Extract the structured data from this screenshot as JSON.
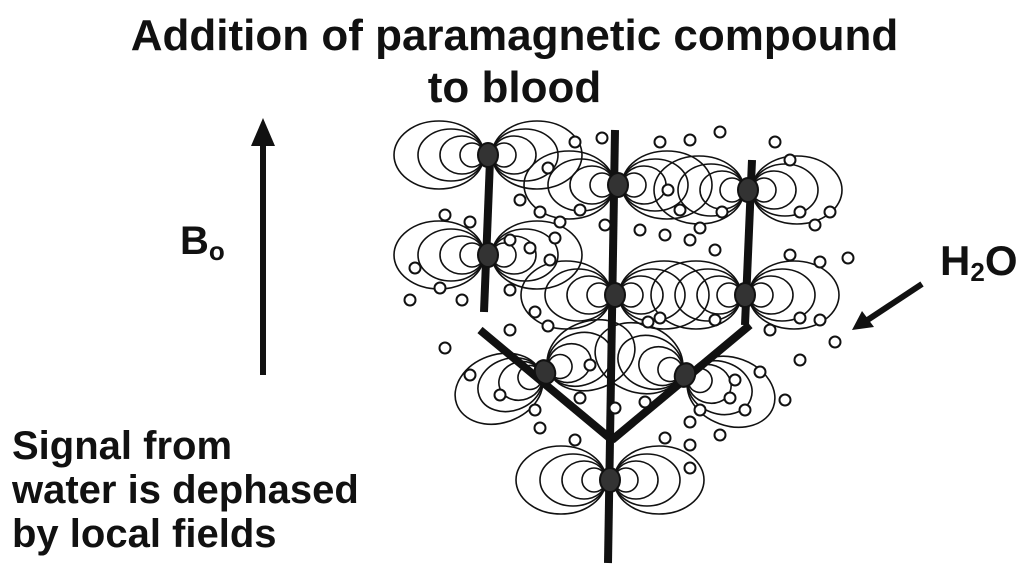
{
  "title": {
    "line1": "Addition of paramagnetic compound",
    "line2": "to blood"
  },
  "field_label": {
    "symbol": "B",
    "subscript": "o"
  },
  "water_label": {
    "prefix": "H",
    "subscript": "2",
    "suffix": "O"
  },
  "caption": {
    "line1": "Signal from",
    "line2": "water is dephased",
    "line3": "by local fields"
  }
}
